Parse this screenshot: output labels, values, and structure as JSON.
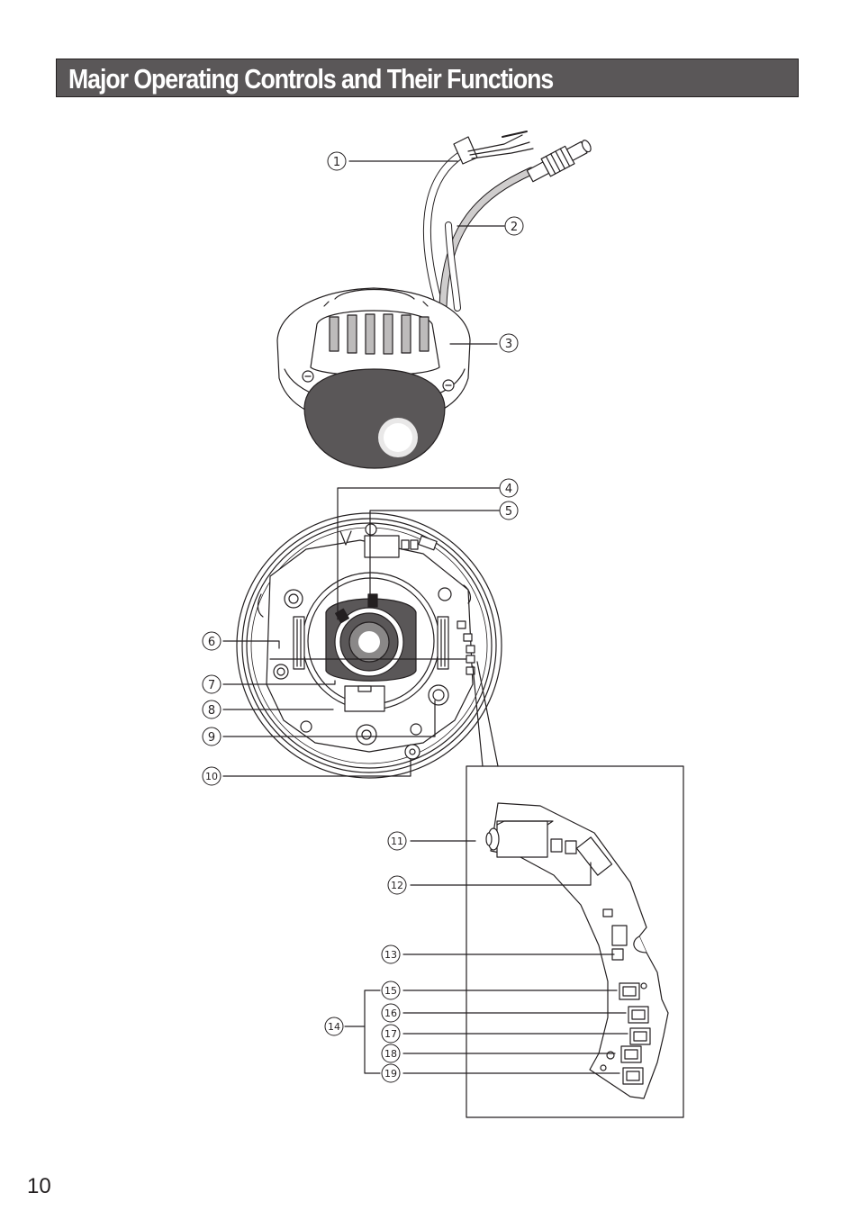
{
  "header": {
    "title": "Major Operating Controls and Their Functions"
  },
  "callouts": {
    "c1": "1",
    "c2": "2",
    "c3": "3",
    "c4": "4",
    "c5": "5",
    "c6": "6",
    "c7": "7",
    "c8": "8",
    "c9": "9",
    "c10": "10",
    "c11": "11",
    "c12": "12",
    "c13": "13",
    "c14": "14",
    "c15": "15",
    "c16": "16",
    "c17": "17",
    "c18": "18",
    "c19": "19"
  },
  "footer": {
    "page_number": "10"
  },
  "colors": {
    "title_bar": "#5a5758",
    "title_text": "#ffffff",
    "line": "#231f20"
  }
}
